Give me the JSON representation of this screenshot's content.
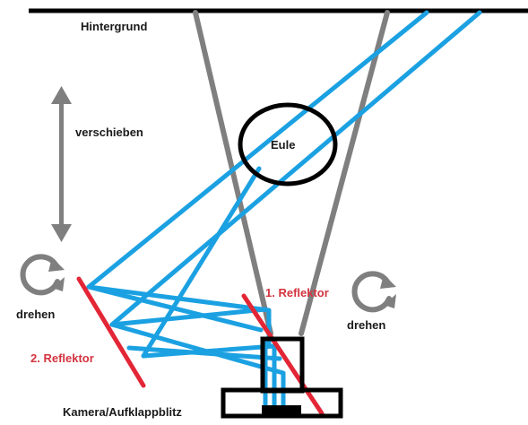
{
  "labels": {
    "background": "Hintergrund",
    "move": "verschieben",
    "owl": "Eule",
    "rotate_left": "drehen",
    "rotate_right": "drehen",
    "reflector_1": "1. Reflektor",
    "reflector_2": "2. Reflektor",
    "camera": "Kamera/Aufklappblitz"
  },
  "colors": {
    "light_ray": "#1ba1e2",
    "view_cone": "#7f7f7f",
    "reflector": "#e32636",
    "outline": "#000000",
    "label_black": "#1a1a1a",
    "label_red": "#d3333f"
  },
  "icons": {
    "move": "double-arrow-vertical-icon",
    "rotate": "rotate-arrow-icon"
  }
}
